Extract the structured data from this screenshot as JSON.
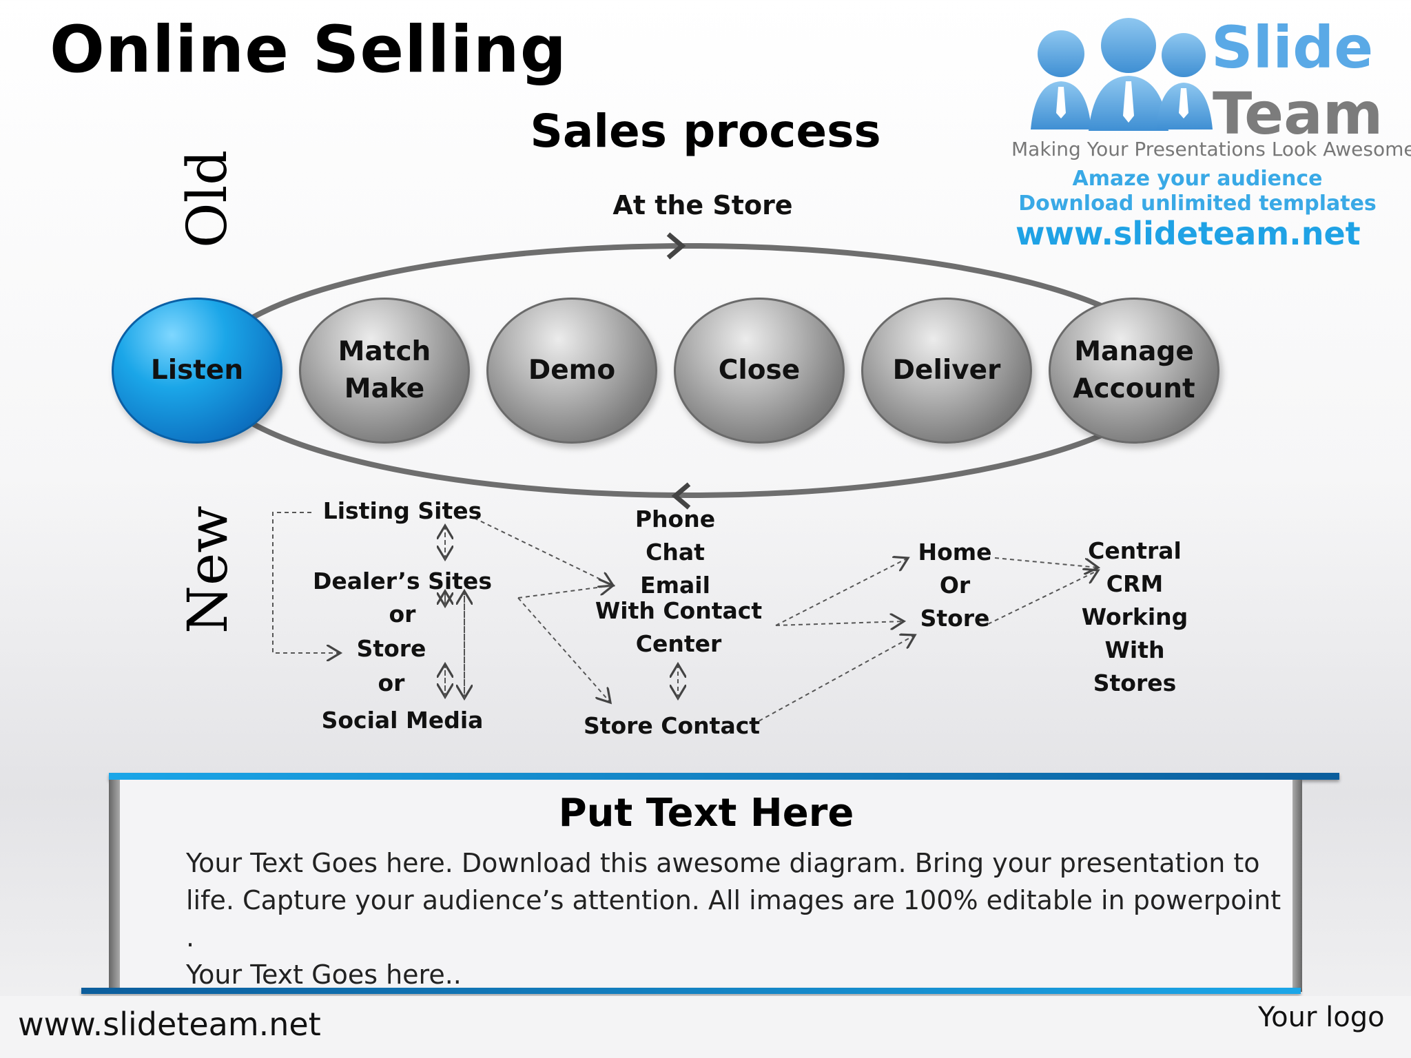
{
  "title": "Online Selling",
  "subtitle": "Sales process",
  "labels": {
    "old": "Old",
    "new": "New",
    "at_store": "At the Store"
  },
  "steps": [
    {
      "lines": [
        "Listen"
      ],
      "active": true
    },
    {
      "lines": [
        "Match",
        "Make"
      ],
      "active": false
    },
    {
      "lines": [
        "Demo"
      ],
      "active": false
    },
    {
      "lines": [
        "Close"
      ],
      "active": false
    },
    {
      "lines": [
        "Deliver"
      ],
      "active": false
    },
    {
      "lines": [
        "Manage",
        "Account"
      ],
      "active": false
    }
  ],
  "channels": {
    "listing": "Listing Sites",
    "dealer": "Dealer’s Sites",
    "or1": "or",
    "store": "Store",
    "or2": "or",
    "social": "Social Media"
  },
  "contact": [
    "Phone",
    "Chat",
    "Email"
  ],
  "contact_center": [
    "With Contact",
    "Center"
  ],
  "store_contact": "Store Contact",
  "home": [
    "Home",
    "Or",
    "Store"
  ],
  "crm": [
    "Central",
    "CRM",
    "Working",
    "With",
    "Stores"
  ],
  "logo": {
    "slide": "Slide",
    "team": "Team",
    "tagline": "Making Your Presentations Look Awesome",
    "amaze": "Amaze your audience",
    "download": "Download unlimited templates",
    "url": "www.slideteam.net"
  },
  "panel": {
    "title": "Put Text Here",
    "lines": [
      "Your Text Goes here. Download this awesome diagram. Bring your presentation to",
      "life. Capture your audience’s attention. All images are 100% editable in powerpoint .",
      "Your Text Goes here.."
    ]
  },
  "footer": {
    "url": "www.slideteam.net",
    "logo": "Your logo"
  },
  "colors": {
    "accent": "#1ba6e8",
    "circle_gray": "#9a9a9a",
    "ellipse": "#6e6e6e"
  }
}
